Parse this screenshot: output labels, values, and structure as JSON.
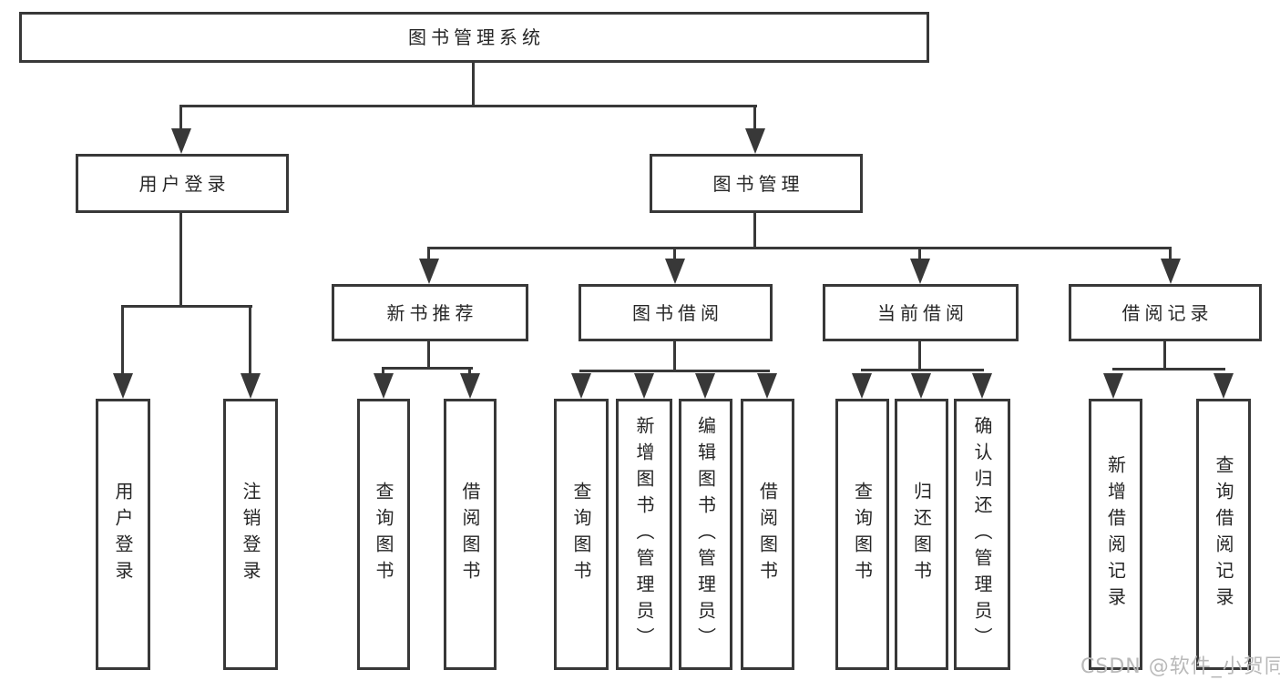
{
  "diagram": {
    "root": "图书管理系统",
    "level2": [
      "用户登录",
      "图书管理"
    ],
    "level3": [
      "新书推荐",
      "图书借阅",
      "当前借阅",
      "借阅记录"
    ],
    "leaves": {
      "user_login": [
        "用户登录",
        "注销登录"
      ],
      "new_book_recommendation": [
        "查询图书",
        "借阅图书"
      ],
      "book_borrowing": [
        "查询图书",
        "新增图书（管理员）",
        "编辑图书（管理员）",
        "借阅图书"
      ],
      "current_borrowing": [
        "查询图书",
        "归还图书",
        "确认归还（管理员）"
      ],
      "borrowing_records": [
        "新增借阅记录",
        "查询借阅记录"
      ]
    },
    "watermark": "CSDN @软件_小贺同学",
    "colors": {
      "line": "#383838",
      "text": "#262626",
      "watermark": "#b9b9b9",
      "background": "#ffffff"
    }
  }
}
